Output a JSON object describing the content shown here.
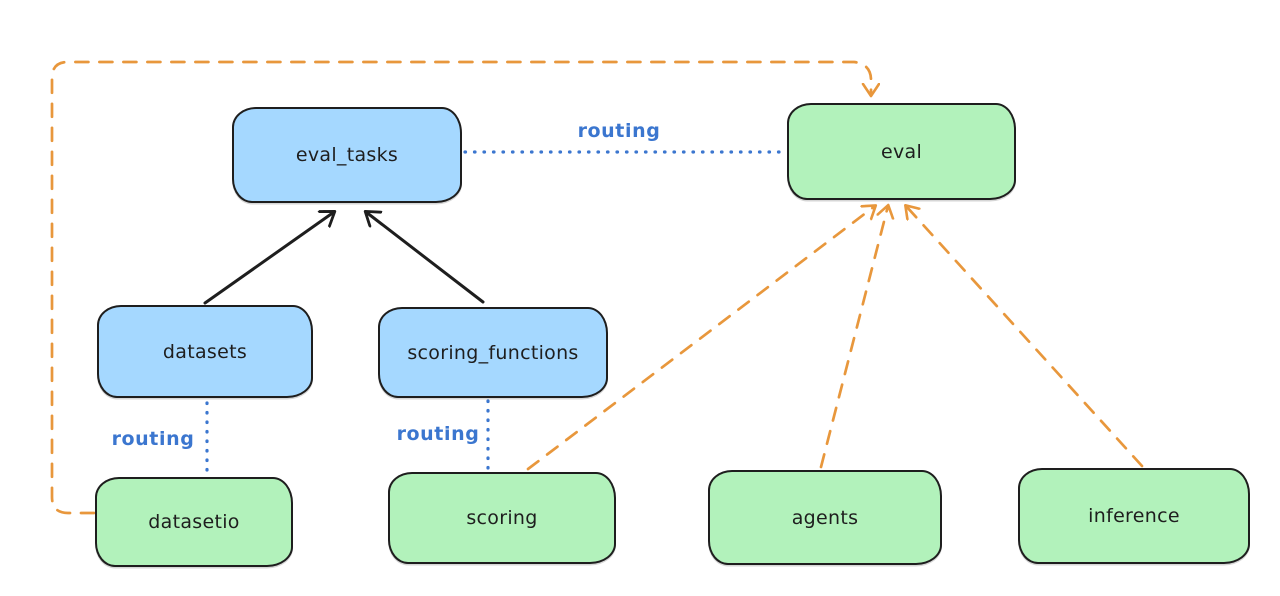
{
  "diagram": {
    "type": "graph",
    "background": "#ffffff",
    "colors": {
      "node_blue_fill": "#a5d8ff",
      "node_green_fill": "#b2f2bb",
      "node_stroke": "#1e1e1e",
      "solid_edge": "#1e1e1e",
      "routing_edge": "#3b76cf",
      "provider_edge": "#e8973c"
    },
    "nodes": {
      "eval_tasks": {
        "label": "eval_tasks",
        "fill": "#a5d8ff"
      },
      "eval": {
        "label": "eval",
        "fill": "#b2f2bb"
      },
      "datasets": {
        "label": "datasets",
        "fill": "#a5d8ff"
      },
      "scoring_functions": {
        "label": "scoring_functions",
        "fill": "#a5d8ff"
      },
      "datasetio": {
        "label": "datasetio",
        "fill": "#b2f2bb"
      },
      "scoring": {
        "label": "scoring",
        "fill": "#b2f2bb"
      },
      "agents": {
        "label": "agents",
        "fill": "#b2f2bb"
      },
      "inference": {
        "label": "inference",
        "fill": "#b2f2bb"
      }
    },
    "edge_labels": {
      "eval_routing": "routing",
      "datasets_routing": "routing",
      "scoring_routing": "routing"
    },
    "edges": [
      {
        "from": "datasets",
        "to": "eval_tasks",
        "style": "solid",
        "color": "#1e1e1e",
        "arrow": true
      },
      {
        "from": "scoring_functions",
        "to": "eval_tasks",
        "style": "solid",
        "color": "#1e1e1e",
        "arrow": true
      },
      {
        "from": "eval_tasks",
        "to": "eval",
        "style": "dotted",
        "color": "#3b76cf",
        "label": "routing",
        "arrow": false
      },
      {
        "from": "datasets",
        "to": "datasetio",
        "style": "dotted",
        "color": "#3b76cf",
        "label": "routing",
        "arrow": false
      },
      {
        "from": "scoring_functions",
        "to": "scoring",
        "style": "dotted",
        "color": "#3b76cf",
        "label": "routing",
        "arrow": false
      },
      {
        "from": "datasetio",
        "to": "eval",
        "style": "dashed",
        "color": "#e8973c",
        "arrow": true,
        "route": "around-left-and-top"
      },
      {
        "from": "scoring",
        "to": "eval",
        "style": "dashed",
        "color": "#e8973c",
        "arrow": true
      },
      {
        "from": "agents",
        "to": "eval",
        "style": "dashed",
        "color": "#e8973c",
        "arrow": true
      },
      {
        "from": "inference",
        "to": "eval",
        "style": "dashed",
        "color": "#e8973c",
        "arrow": true
      }
    ]
  }
}
